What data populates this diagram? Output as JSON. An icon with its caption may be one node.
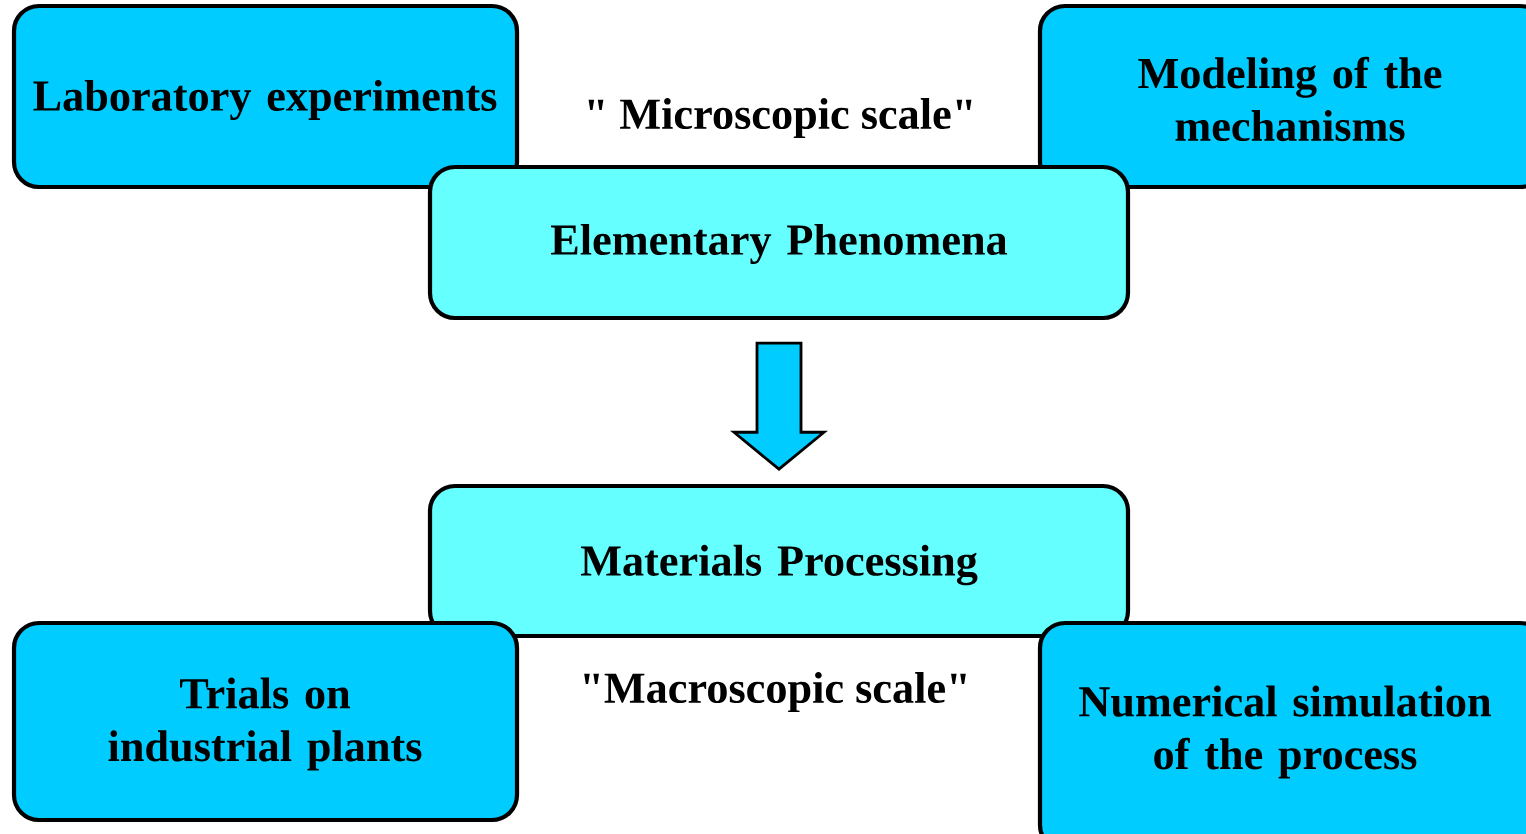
{
  "diagram": {
    "nodes": [
      {
        "text": [
          "Laboratory experiments"
        ]
      },
      {
        "text": [
          "Modeling of the mechanisms"
        ]
      },
      {
        "text": [
          "Elementary Phenomena"
        ]
      },
      {
        "text": [
          "Materials Processing"
        ]
      },
      {
        "text": [
          "Trials on industrial plants"
        ]
      },
      {
        "text": [
          "Numerical simulation of the process"
        ]
      }
    ],
    "edges": [
      {
        "from": 2,
        "to": 3,
        "arrow": "to"
      }
    ],
    "labels": [
      "\" Microscopic scale\"",
      "\"Macroscopic scale\""
    ]
  }
}
